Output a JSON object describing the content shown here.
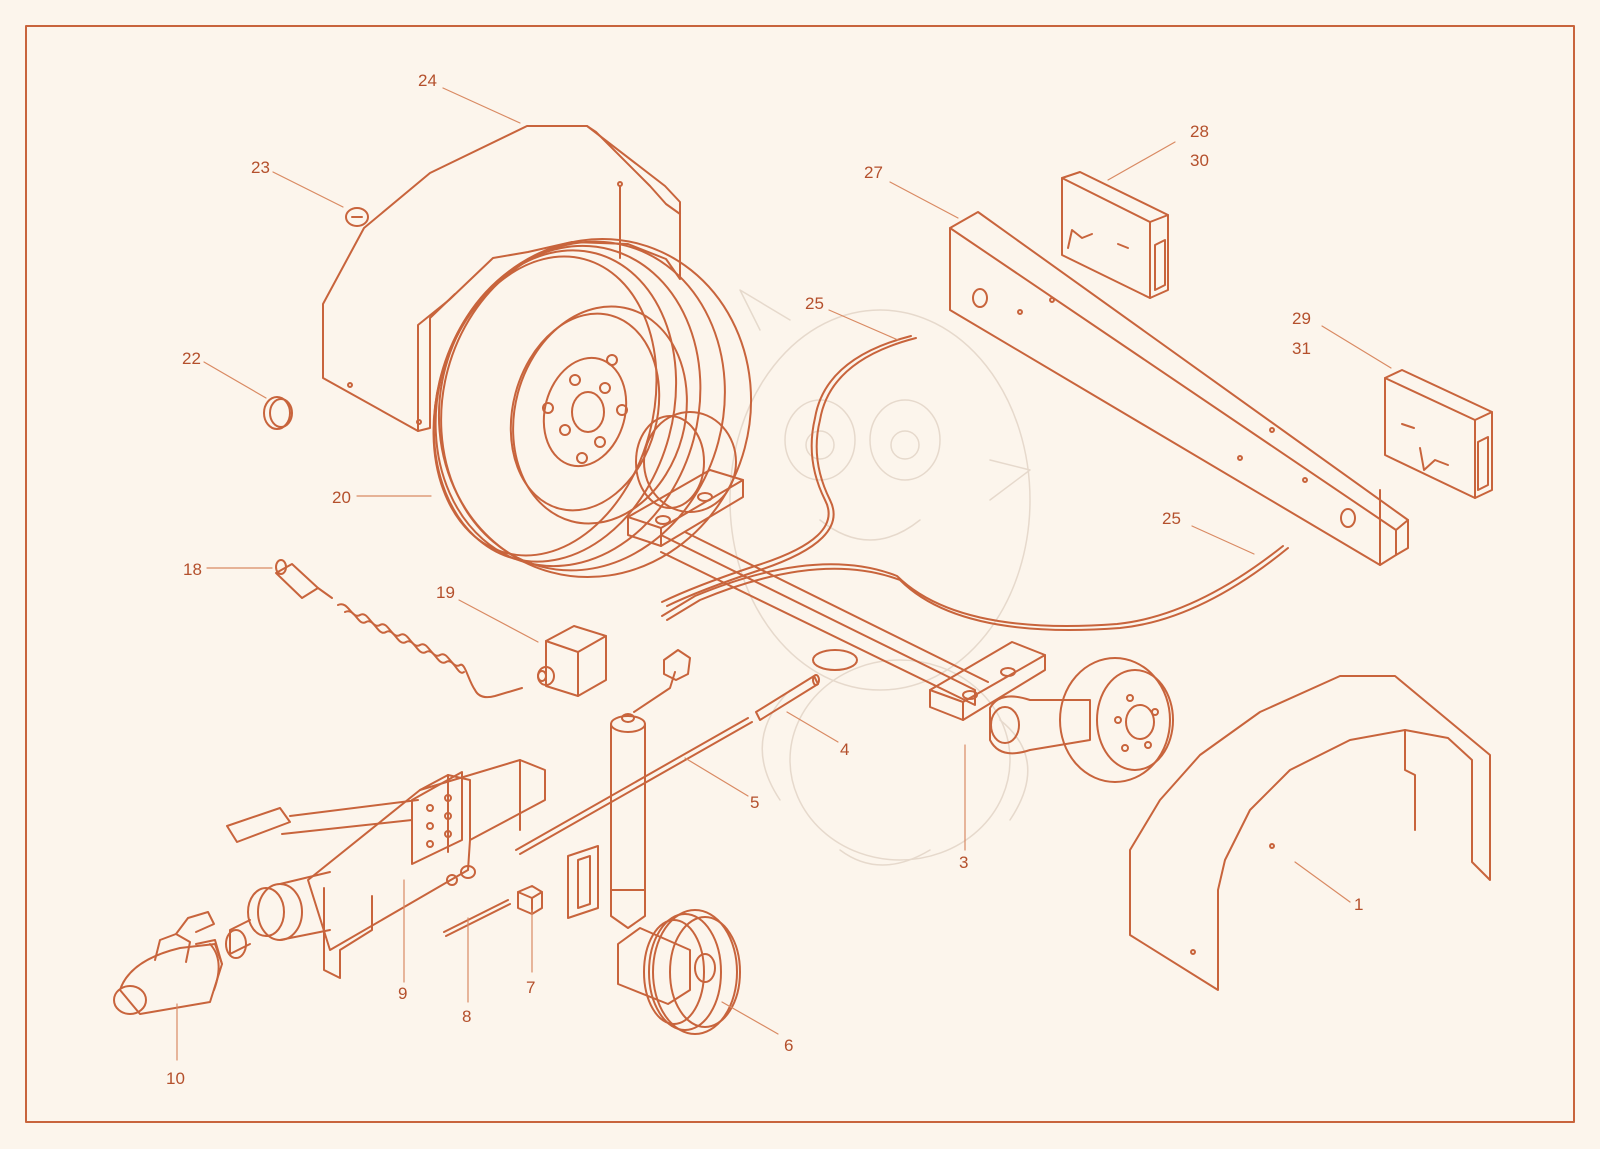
{
  "colors": {
    "background": "#fcf5ec",
    "line": "#c8643c",
    "line_light": "#d98a63",
    "label": "#b4502c",
    "watermark": "#e6d9cc"
  },
  "callouts": [
    {
      "id": "c1",
      "text": "1"
    },
    {
      "id": "c3",
      "text": "3"
    },
    {
      "id": "c4",
      "text": "4"
    },
    {
      "id": "c5",
      "text": "5"
    },
    {
      "id": "c6",
      "text": "6"
    },
    {
      "id": "c7",
      "text": "7"
    },
    {
      "id": "c8",
      "text": "8"
    },
    {
      "id": "c9",
      "text": "9"
    },
    {
      "id": "c10",
      "text": "10"
    },
    {
      "id": "c18",
      "text": "18"
    },
    {
      "id": "c19",
      "text": "19"
    },
    {
      "id": "c20",
      "text": "20"
    },
    {
      "id": "c22",
      "text": "22"
    },
    {
      "id": "c23",
      "text": "23"
    },
    {
      "id": "c24",
      "text": "24"
    },
    {
      "id": "c25a",
      "text": "25"
    },
    {
      "id": "c25b",
      "text": "25"
    },
    {
      "id": "c27",
      "text": "27"
    },
    {
      "id": "c28",
      "text": "28"
    },
    {
      "id": "c30",
      "text": "30"
    },
    {
      "id": "c29",
      "text": "29"
    },
    {
      "id": "c31",
      "text": "31"
    }
  ]
}
